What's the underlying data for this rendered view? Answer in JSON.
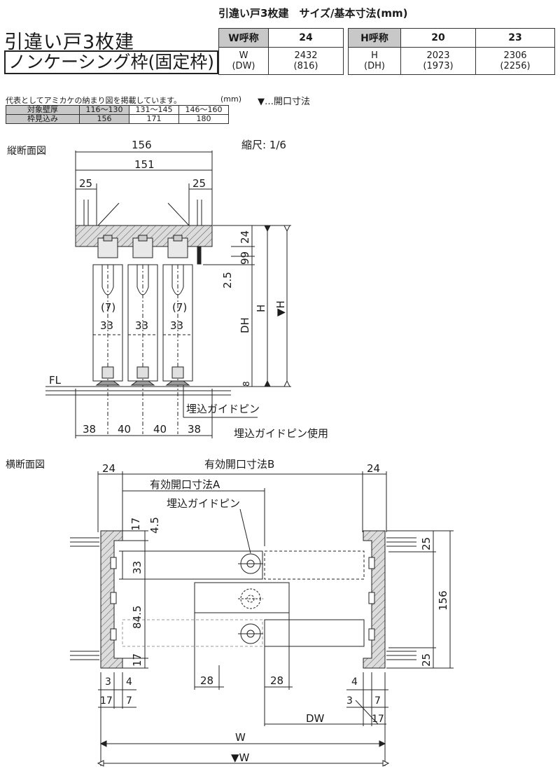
{
  "title": {
    "line1": "引違い戸3枚建",
    "line2": "ノンケーシング枠(固定枠)"
  },
  "spec": {
    "heading": "引違い戸3枚建　サイズ/基本寸法(mm)",
    "w_label": "W呼称",
    "w_code": "24",
    "w_sub": "W",
    "w_sub2": "(DW)",
    "w_val": "2432",
    "w_val2": "(816)",
    "h_label": "H呼称",
    "h_codes": [
      "20",
      "23"
    ],
    "h_sub": "H",
    "h_sub2": "(DH)",
    "h_vals": [
      "2023",
      "2306"
    ],
    "h_vals2": [
      "(1973)",
      "(2256)"
    ]
  },
  "note": {
    "text": "代表としてアミカケの納まり図を掲載しています。",
    "unit": "(mm)",
    "legend": "▼…開口寸法"
  },
  "wall_table": {
    "row1_label": "対象壁厚",
    "row1": [
      "116～130",
      "131～145",
      "146～160"
    ],
    "row2_label": "枠見込み",
    "row2": [
      "156",
      "171",
      "180"
    ]
  },
  "vertical": {
    "section_label": "縦断面図",
    "scale": "縮尺: 1/6",
    "dim_156": "156",
    "dim_151": "151",
    "dim_25_left": "25",
    "dim_25_right": "25",
    "dim_24": "24",
    "dim_99": "99",
    "dim_2_5": "2.5",
    "dim_7": [
      "(7)",
      "(7)"
    ],
    "dim_33": [
      "33",
      "33",
      "33"
    ],
    "dim_dh": "DH",
    "dim_h": "H",
    "dim_h_open": "▼H",
    "dim_8": "8",
    "fl": "FL",
    "pin_label": "埋込ガイドピン",
    "bottom_dims": [
      "38",
      "40",
      "40",
      "38"
    ],
    "pin_use": "埋込ガイドピン使用"
  },
  "horizontal": {
    "section_label": "横断面図",
    "dim_24_left": "24",
    "dim_24_right": "24",
    "eff_b": "有効開口寸法B",
    "eff_a": "有効開口寸法A",
    "pin_label": "埋込ガイドピン",
    "dim_17_top": "17",
    "dim_4_5": "4.5",
    "dim_33": "33",
    "dim_84_5": "84.5",
    "dim_17_bottom": "17",
    "dim_25_top": "25",
    "dim_156": "156",
    "dim_25_bottom": "25",
    "dim_28_left": "28",
    "dim_28_right": "28",
    "dim_3_left": "3",
    "dim_4_left": "4",
    "dim_17_left": "17",
    "dim_7_left": "7",
    "dim_4_right": "4",
    "dim_3_right": "3",
    "dim_7_right": "7",
    "dim_17_right": "17",
    "dim_dw": "DW",
    "dim_w": "W",
    "dim_w_open": "▼W"
  }
}
